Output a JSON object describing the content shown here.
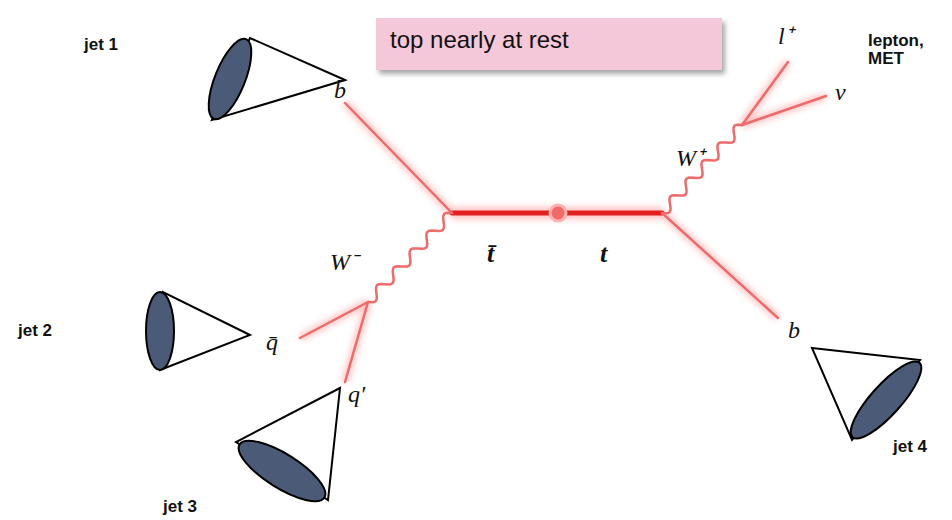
{
  "diagram": {
    "nodes": [
      {
        "text": [
          "top nearly at rest"
        ]
      }
    ],
    "labels": [
      "jet 1",
      "jet 2",
      "jet 3",
      "jet 4",
      "lepton, MET",
      "b̄",
      "W⁻",
      "t̄",
      "t",
      "W⁺",
      "l⁺",
      "ν",
      "b",
      "q̄",
      "q′"
    ]
  }
}
